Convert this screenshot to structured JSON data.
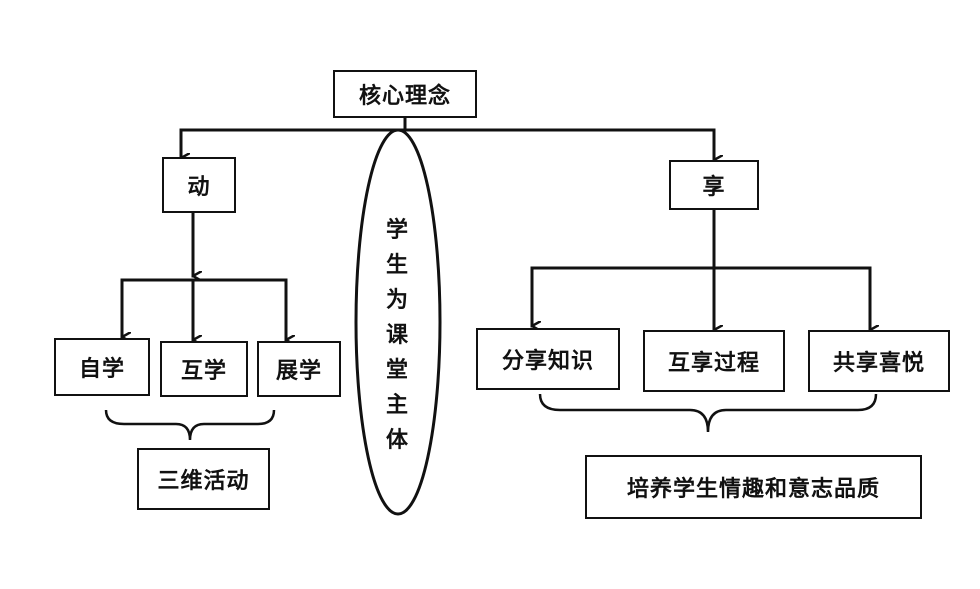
{
  "core": "核心理念",
  "left": {
    "title": "动",
    "items": [
      "自学",
      "互学",
      "展学"
    ],
    "summary": "三维活动"
  },
  "right": {
    "title": "享",
    "items": [
      "分享知识",
      "互享过程",
      "共享喜悦"
    ],
    "summary": "培养学生情趣和意志品质"
  },
  "center": "学生为课堂主体"
}
